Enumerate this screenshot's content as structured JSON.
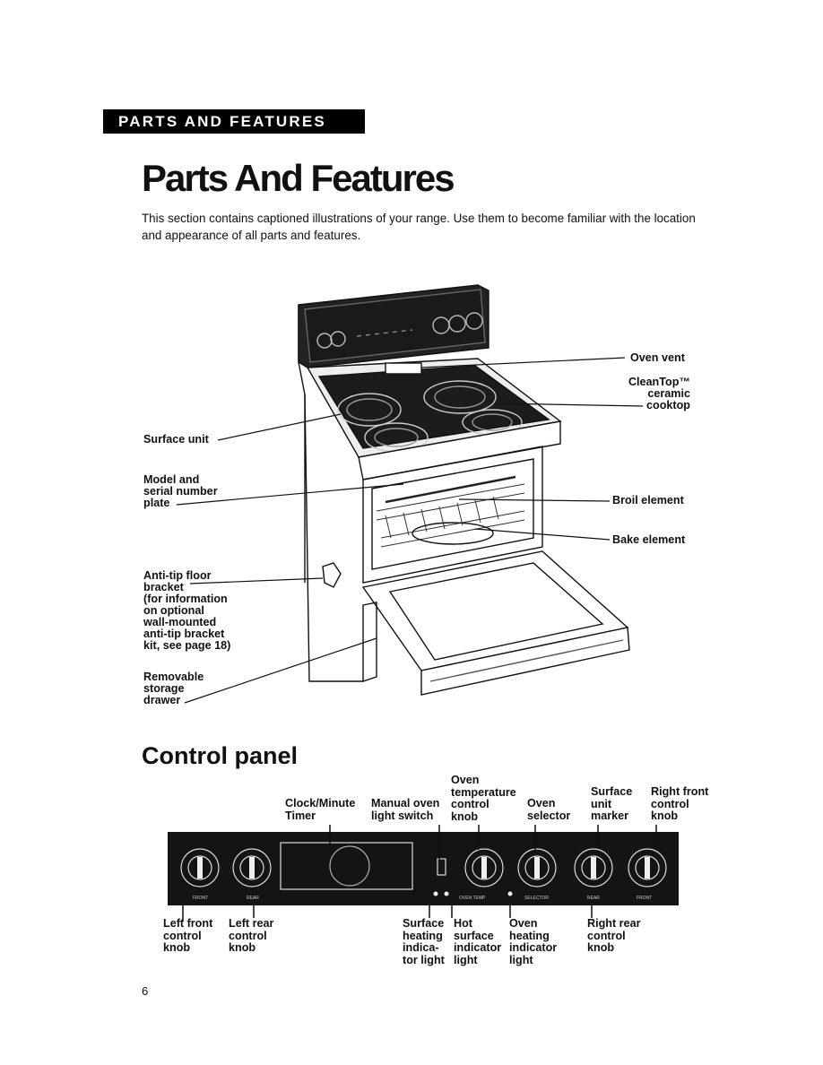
{
  "section_tag": "PARTS AND FEATURES",
  "title": "Parts And Features",
  "intro": "This section contains captioned illustrations of your range. Use them to become familiar with the location and appearance of all parts and features.",
  "range_callouts": {
    "oven_vent": "Oven vent",
    "cleantop": "CleanTop™\nceramic\ncooktop",
    "surface_unit": "Surface unit",
    "model_plate": "Model and\nserial number\nplate",
    "broil_element": "Broil element",
    "bake_element": "Bake element",
    "anti_tip": "Anti-tip floor\nbracket\n(for information\non optional\nwall-mounted\nanti-tip bracket\nkit, see page 18)",
    "storage_drawer": "Removable\nstorage\ndrawer"
  },
  "control_panel": {
    "title": "Control panel",
    "top_labels": {
      "clock": "Clock/Minute\nTimer",
      "manual_light": "Manual oven\nlight switch",
      "oven_temp": "Oven\ntemperature\ncontrol\nknob",
      "oven_selector": "Oven\nselector",
      "surface_marker": "Surface\nunit\nmarker",
      "right_front": "Right front\ncontrol\nknob"
    },
    "bottom_labels": {
      "left_front": "Left front\ncontrol\nknob",
      "left_rear": "Left rear\ncontrol\nknob",
      "surface_heating": "Surface\nheating\nindica-\ntor light",
      "hot_surface": "Hot\nsurface\nindicator\nlight",
      "oven_heating": "Oven\nheating\nindicator\nlight",
      "right_rear": "Right rear\ncontrol\nknob"
    },
    "panel_text": {
      "front": "FRONT",
      "rear": "REAR",
      "oven_temp": "OVEN TEMP",
      "selector": "SELECTOR"
    }
  },
  "page_number": "6"
}
